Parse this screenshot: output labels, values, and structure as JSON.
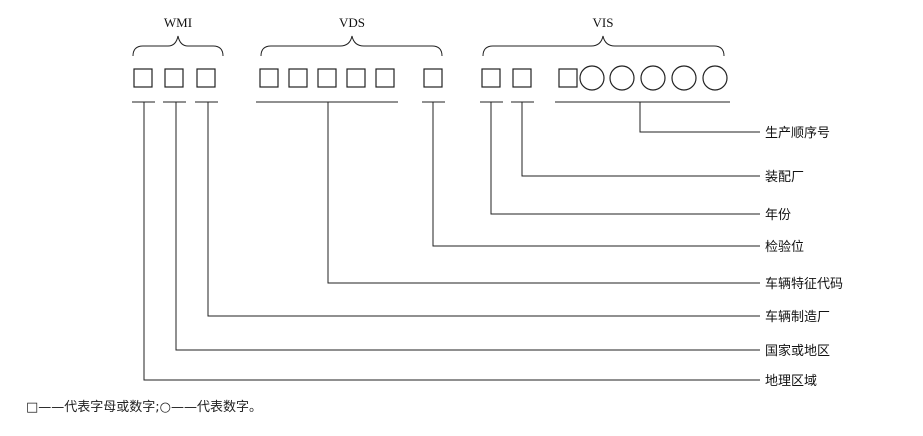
{
  "groups": {
    "wmi": "WMI",
    "vds": "VDS",
    "vis": "VIS"
  },
  "positions": [
    {
      "symbol": "square",
      "group": "WMI"
    },
    {
      "symbol": "square",
      "group": "WMI"
    },
    {
      "symbol": "square",
      "group": "WMI"
    },
    {
      "symbol": "square",
      "group": "VDS"
    },
    {
      "symbol": "square",
      "group": "VDS"
    },
    {
      "symbol": "square",
      "group": "VDS"
    },
    {
      "symbol": "square",
      "group": "VDS"
    },
    {
      "symbol": "square",
      "group": "VDS"
    },
    {
      "symbol": "square",
      "group": "VDS"
    },
    {
      "symbol": "square",
      "group": "VIS"
    },
    {
      "symbol": "square",
      "group": "VIS"
    },
    {
      "symbol": "square",
      "group": "VIS"
    },
    {
      "symbol": "circle",
      "group": "VIS"
    },
    {
      "symbol": "circle",
      "group": "VIS"
    },
    {
      "symbol": "circle",
      "group": "VIS"
    },
    {
      "symbol": "circle",
      "group": "VIS"
    },
    {
      "symbol": "circle",
      "group": "VIS"
    }
  ],
  "callouts": {
    "serial": "生产顺序号",
    "plant": "装配厂",
    "year": "年份",
    "check": "检验位",
    "vehicle": "车辆特征代码",
    "manufacturer": "车辆制造厂",
    "country": "国家或地区",
    "region": "地理区域"
  },
  "legend": {
    "text": "□——代表字母或数字;○——代表数字。"
  }
}
